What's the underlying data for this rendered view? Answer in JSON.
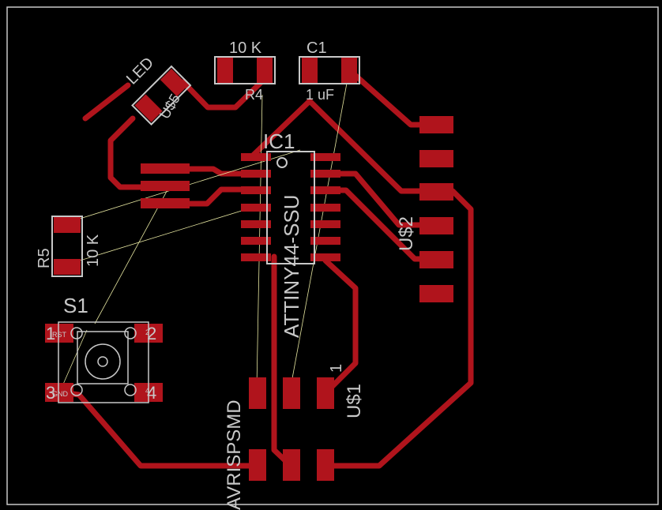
{
  "colors": {
    "background": "#000000",
    "board_outline": "#c8c8c8",
    "copper_top": "#b0141c",
    "silkscreen": "#c8c8c8",
    "airwire": "#e6e6a0"
  },
  "board": {
    "components": {
      "r4": {
        "value": "10 K",
        "name": "R4"
      },
      "c1": {
        "value": "C1",
        "name": "1 uF"
      },
      "led": {
        "value": "LED",
        "name": "U$5"
      },
      "ic1": {
        "name": "IC1",
        "value": "ATTINY44-SSU"
      },
      "r5": {
        "name": "R5",
        "value": "10 K"
      },
      "s1": {
        "name": "S1",
        "pin1": "1",
        "pin2": "2",
        "pin3": "3",
        "pin4": "4",
        "pin_rst": "RST",
        "pin_gnd": "GND",
        "pin_small2": "2",
        "pin_small4": "4"
      },
      "u2": {
        "name": "U$2"
      },
      "u1": {
        "name": "U$1",
        "pin1": "1"
      },
      "avr": {
        "name": "AVRISPSMD"
      }
    }
  }
}
